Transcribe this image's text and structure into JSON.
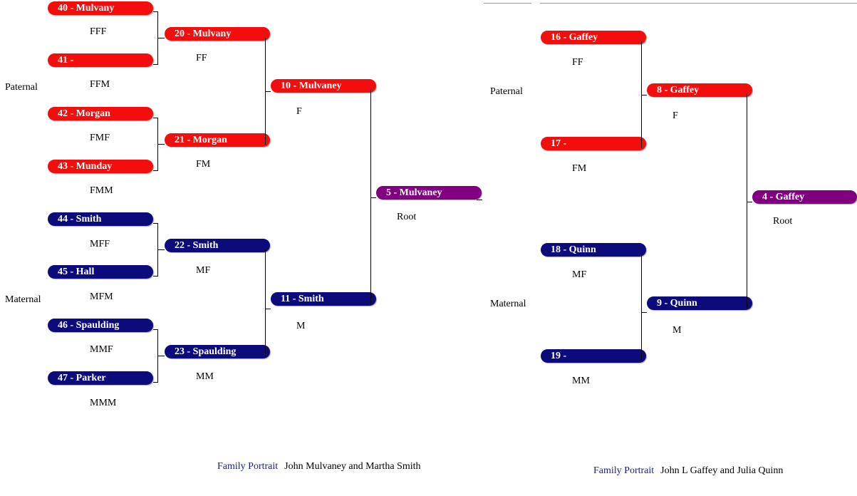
{
  "colors": {
    "paternal": "#f40d0d",
    "maternal": "#0b0b7c",
    "root": "#800080",
    "caption_link": "#1b1b8e"
  },
  "left": {
    "gen4": [
      {
        "label": "40 - Mulvany",
        "code": "FFF"
      },
      {
        "label": "41 -",
        "code": "FFM"
      },
      {
        "label": "42 - Morgan",
        "code": "FMF"
      },
      {
        "label": "43 - Munday",
        "code": "FMM"
      },
      {
        "label": "44 - Smith",
        "code": "MFF"
      },
      {
        "label": "45 - Hall",
        "code": "MFM"
      },
      {
        "label": "46 - Spaulding",
        "code": "MMF"
      },
      {
        "label": "47 - Parker",
        "code": "MMM"
      }
    ],
    "gen3": [
      {
        "label": "20 - Mulvany",
        "code": "FF"
      },
      {
        "label": "21 - Morgan",
        "code": "FM"
      },
      {
        "label": "22 - Smith",
        "code": "MF"
      },
      {
        "label": "23 - Spaulding",
        "code": "MM"
      }
    ],
    "gen2": [
      {
        "label": "10 - Mulvaney",
        "code": "F"
      },
      {
        "label": "11 - Smith",
        "code": "M"
      }
    ],
    "root": {
      "label": "5 - Mulvaney",
      "code": "Root"
    },
    "paternal_label": "Paternal",
    "maternal_label": "Maternal",
    "caption": {
      "link": "Family Portrait",
      "text": "John Mulvaney and Martha Smith"
    }
  },
  "right": {
    "gen3": [
      {
        "label": "16 - Gaffey",
        "code": "FF"
      },
      {
        "label": "17 -",
        "code": "FM"
      },
      {
        "label": "18 - Quinn",
        "code": "MF"
      },
      {
        "label": "19 -",
        "code": "MM"
      }
    ],
    "gen2": [
      {
        "label": "8 - Gaffey",
        "code": "F"
      },
      {
        "label": "9 - Quinn",
        "code": "M"
      }
    ],
    "root": {
      "label": "4 - Gaffey",
      "code": "Root"
    },
    "paternal_label": "Paternal",
    "maternal_label": "Maternal",
    "caption": {
      "link": "Family Portrait",
      "text": "John L Gaffey and Julia Quinn"
    }
  }
}
